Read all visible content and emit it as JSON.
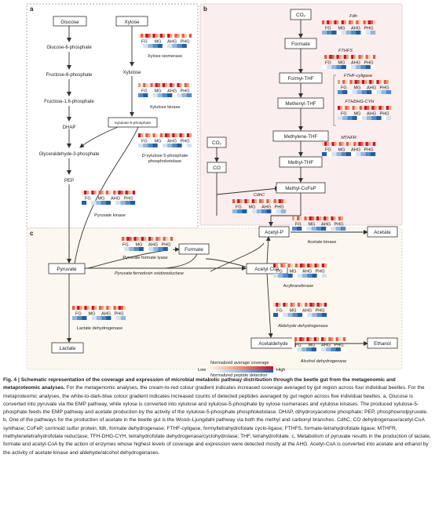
{
  "panels": [
    {
      "id": "a",
      "label": "a"
    },
    {
      "id": "b",
      "label": "b"
    },
    {
      "id": "c",
      "label": "c"
    }
  ],
  "nodes": {
    "glucose": "Glucose",
    "g6p": "Glucose-6-phosphate",
    "f6p": "Fructose-6-phosphate",
    "f16p": "Fructose-1,6-phosphate",
    "dhap": "DHAP",
    "g3p": "Glyceraldehyde-3-phosphate",
    "pep": "PEP",
    "xylose": "Xylose",
    "xylulose": "Xylulose",
    "x5p": "Xylulose-5-phosphate",
    "co2_top": "CO₂",
    "formate_b": "Formate",
    "formylthf": "Formyl-THF",
    "methenylthf": "Methenyl-THF",
    "methylenethf": "Methylene-THF",
    "methylthf": "Methyl-THF",
    "methylcofep": "Methyl-CoFeP",
    "co2_left": "CO₂",
    "co": "CO",
    "pyruvate": "Pyruvate",
    "formate_c": "Formate",
    "acetylcoa": "Acetyl CoA",
    "acetylp": "Acetyl-P",
    "acetate": "Acetate",
    "lactate": "Lactate",
    "acetaldehyde": "Acetaldehyde",
    "ethanol": "Ethanol"
  },
  "enzymes": {
    "xylose_isomerase": "Xylose isomerase",
    "xylulose_kinase": "Xylulose kinase",
    "xpk_line1": "D-xylulose 5-phosphate",
    "xpk_line2": "phosphoketolase",
    "pyruvate_kinase": "Pyruvate kinase",
    "fdh": "Fdh",
    "fthfs": "FTHFS",
    "fthf_cyclase": "FTHF-cyligase",
    "fthdhgcyh": "FTHDHG-CYH",
    "mthfr": "MTHFR",
    "cdhc": "CdhC",
    "pfl": "Pyruvate formate lyase",
    "pfor": "Pyruvate:ferredoxin oxidoreductase",
    "acetate_kinase": "Acetate kinase",
    "acyltransferase": "Acyltransferase",
    "aldehyde_dh": "Aldehyde dehydrogenase",
    "ldh": "Lactate dehydrogenase",
    "adh": "Alcohol dehydrogenase"
  },
  "region_labels": [
    "FG",
    "MG",
    "AHG",
    "PHG"
  ],
  "legend": {
    "coverage_title": "Normalized average coverage",
    "low": "Low",
    "high": "High",
    "peptide_title": "Normalized peptide detection"
  },
  "colors": {
    "panel_b_bg": "#fbeeee",
    "panel_c_bg": "#fdf8ef",
    "coverage_low": "#fdf0df",
    "coverage_high": "#c8102e",
    "peptide_low": "#ffffff",
    "peptide_high": "#1d5fa8",
    "caption_highlight": "#b31b1b"
  },
  "caption": {
    "lead": "Fig. 4 | Schematic representation of the coverage and expression of microbial metabolic pathway distribution through the beetle gut from the metagenomic and metaproteomic analyses.",
    "body": " For the metagenomic analyses, the cream-to-red colour gradient indicates increased coverage averaged by gut region across four individual beetles. For the metaproteomic analyses, the white-to-dark-blue colour gradient indicates increased counts of detected peptides averaged by gut region across five individual beetles. a, Glucose is converted into pyruvate via the EMP pathway, while xylose is converted into xylulose and xylulose-5-phosphate by xylose isomerases and xylulose kinases. The produced xylulose-5-phosphate feeds the EMP pathway and acetate production by the activity of the xylulose-5-phosphate phosphoketolase. DHAP, dihydroxyacetone phosphate; PEP, phosphoenolpyruvate. b, One of the pathways for the production of acetate in the beetle gut is the Wood–Ljungdahl pathway via both the methyl and carbonyl branches. CdhC, CO dehydrogenase/acetyl-CoA synthase; CoFeP, corrinoid sulfur protein; fdh, formate dehydrogenase; FTHF-cyligase, formyltetrahydrofolate cyclo-ligase; FTHFS, formate-tetrahydrofolate ligase; MTHFR, methylenetetrahydrofolate reductase; TFH-DHG-CYH, tetrahydrofolate dehydrogenase/cyclohydrolase; THF, tetrahydrofolate. c, Metabolism of pyruvate results in the production of lactate, formate and acetyl-CoA by the action of enzymes whose highest levels of coverage and expression were detected mostly at the AHG. Acetyl-CoA is converted into acetate and ethanol by the activity of acetate kinase and aldehyde/alcohol dehydrogenases."
  }
}
